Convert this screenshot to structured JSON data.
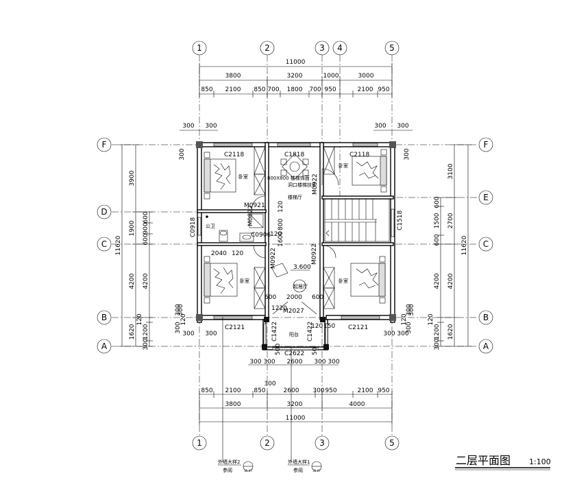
{
  "title": {
    "text": "二层平面图",
    "scale": "1:100"
  },
  "axes": {
    "top": [
      "1",
      "2",
      "3",
      "4",
      "5"
    ],
    "bottom": [
      "1",
      "2",
      "3",
      "5"
    ],
    "left": [
      "F",
      "D",
      "C",
      "B",
      "A"
    ],
    "right": [
      "F",
      "E",
      "C",
      "B",
      "A"
    ]
  },
  "dims": {
    "top_total": "11000",
    "top_row2": [
      "3800",
      "3200",
      "1000",
      "3000"
    ],
    "top_row3": [
      "850",
      "2100",
      "850",
      "700",
      "1800",
      "700",
      "950",
      "2100",
      "950"
    ],
    "top_corner": [
      "300",
      "300",
      "300",
      "300"
    ],
    "top_corner_v": [
      "300",
      "300"
    ],
    "bottom_total": "11000",
    "bottom_row2": [
      "3800",
      "3200",
      "4000"
    ],
    "bottom_row3": [
      "850",
      "2100",
      "850",
      "2600",
      "300",
      "950",
      "2100",
      "950"
    ],
    "bottom_300": "300",
    "bottom_balcony": [
      "300",
      "300",
      "2600",
      "300",
      "300"
    ],
    "bottom_corner": [
      "300",
      "300",
      "300",
      "300"
    ],
    "bottom_corner_v": [
      "300",
      "300"
    ],
    "left_total": "11620",
    "left_outer": [
      "3900",
      "1900",
      "4200",
      "1620"
    ],
    "left_inner": [
      "600",
      "900",
      "600",
      "4200",
      "120",
      "1200",
      "300"
    ],
    "left_small": [
      "300",
      "120",
      "300"
    ],
    "right_total": "11620",
    "right_outer": [
      "3100",
      "2700",
      "4200",
      "1620"
    ],
    "right_inner": [
      "600",
      "1500",
      "600",
      "4200",
      "120",
      "1200",
      "300"
    ],
    "right_small": [
      "300",
      "120",
      "300"
    ]
  },
  "rooms": {
    "bedroom": "卧室",
    "toilet": "公卫",
    "stair_hall": "楼梯厅",
    "balcony": "阳台",
    "table_note_1": "800X800 楼梯饰面",
    "table_note_2": "洞口楼梯扶手",
    "living": "起居厅",
    "elevation": "3.600"
  },
  "openings": {
    "c2118_l": "C2118",
    "c1818": "C1818",
    "c2118_r": "C2118",
    "m0922_a": "M0922",
    "m0921": "M0921",
    "m0822": "M0822",
    "c0918": "C0918",
    "c1518": "C1518",
    "c0906": "C0906",
    "m0922_b": "M0922",
    "m0922_c": "M0922",
    "m2027": "M2027",
    "c2121_l": "C2121",
    "c2121_r": "C2121",
    "c1422_l": "C1422",
    "c1422_r": "C1422",
    "c2622": "C2622"
  },
  "interior_dims": {
    "d2040": "2040",
    "d120a": "120",
    "d120b": "120",
    "d800": "800",
    "d1600": "1600",
    "d120c": "120",
    "d600a": "600",
    "d2000": "2000",
    "d600b": "600",
    "d1220": "1220",
    "d120d": "120",
    "d150": "150",
    "d500": "500",
    "d50": "50"
  },
  "section_marks": [
    {
      "text": "外墙大样2",
      "sub": "参阅",
      "ref": "35-07"
    },
    {
      "text": "外墙大样1",
      "sub": "参阅",
      "ref": "35-07"
    }
  ]
}
